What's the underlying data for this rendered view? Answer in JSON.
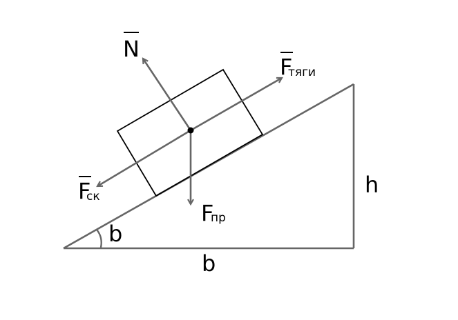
{
  "colors": {
    "line": "#666666",
    "block": "#000000",
    "text": "#000000",
    "background": "#ffffff"
  },
  "labels": {
    "normal_force": "N",
    "traction_force_main": "F",
    "traction_force_sub": "тяги",
    "friction_force_main": "F",
    "friction_force_sub": "ск",
    "gravity_force_main": "F",
    "gravity_force_sub": "пр",
    "height": "h",
    "base": "b",
    "angle": "b"
  }
}
